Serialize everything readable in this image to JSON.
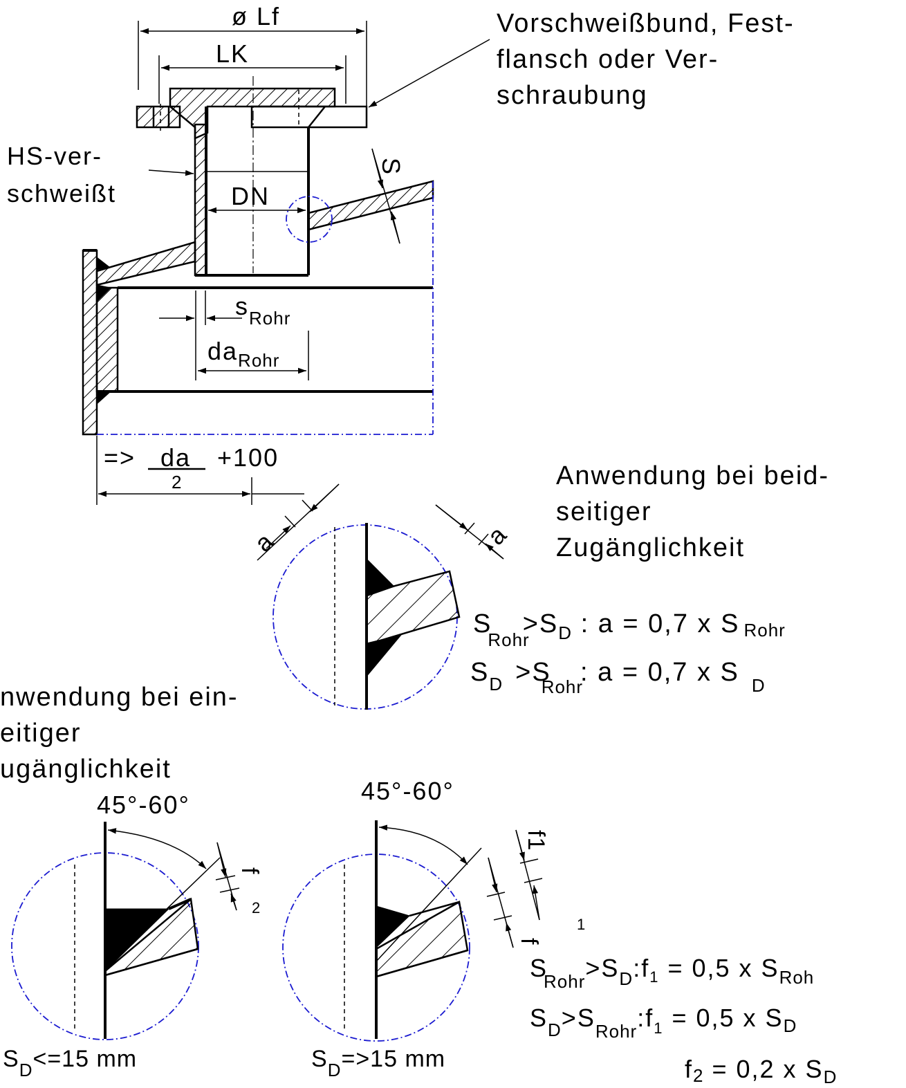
{
  "labels": {
    "lf": "ø Lf",
    "lk": "LK",
    "callout_line1": "Vorschweißbund, Fest-",
    "callout_line2": "flansch oder Ver-",
    "callout_line3": "schraubung",
    "hs_line1": "HS-ver-",
    "hs_line2": "schweißt",
    "dn": "DN",
    "s": "S",
    "s_rohr_main": "s",
    "s_rohr_sub": "Rohr",
    "da_rohr_main": "da",
    "da_rohr_sub": "Rohr",
    "da_prefix": "=>",
    "da_num": "da",
    "da_den": "2",
    "da_suffix": "+100",
    "a_left": "a",
    "a_right": "a",
    "beid_line1": "Anwendung bei beid-",
    "beid_line2": "seitiger",
    "beid_line3": "Zugänglichkeit",
    "ein_line1": "nwendung bei ein-",
    "ein_line2": "eitiger",
    "ein_line3": "ugänglichkeit",
    "angle_left": "45°-60°",
    "angle_right": "45°-60°",
    "f_left": "f",
    "f_left_sub": "2",
    "f1_right": "f1",
    "f_right_lower": "f",
    "f_right_sub": "1",
    "sd_le15_S": "S",
    "sd_le15_sub": "D",
    "sd_le15_rest": "<=15 mm",
    "sd_ge15_S": "S",
    "sd_ge15_sub": "D",
    "sd_ge15_rest": "=>15 mm"
  },
  "formulas_a": {
    "row1": {
      "S1": "S",
      "sub1": "Rohr",
      "gt": ">S",
      "sub2": "D",
      "rest": " : a = 0,7 x S",
      "sub3": "Rohr"
    },
    "row2": {
      "S1": "S",
      "sub1": "D",
      "gt": ">S",
      "sub2": "Rohr",
      "rest": ": a = 0,7 x S",
      "sub3": "D"
    }
  },
  "formulas_f": {
    "row1": {
      "S1": "S",
      "sub1": "Rohr",
      "gt": ">S",
      "sub2": "D",
      "f": ":f",
      "fsub": "1",
      "rest": " = 0,5 x S",
      "sub3": "Roh"
    },
    "row2": {
      "S1": "S",
      "sub1": "D",
      "gt": ">S",
      "sub2": "Rohr",
      "f": ":f",
      "fsub": "1",
      "rest": " = 0,5 x S",
      "sub3": "D"
    },
    "row3": {
      "f": "f",
      "fsub": "2",
      "rest": " = 0,2 x S",
      "sub3": "D"
    }
  }
}
